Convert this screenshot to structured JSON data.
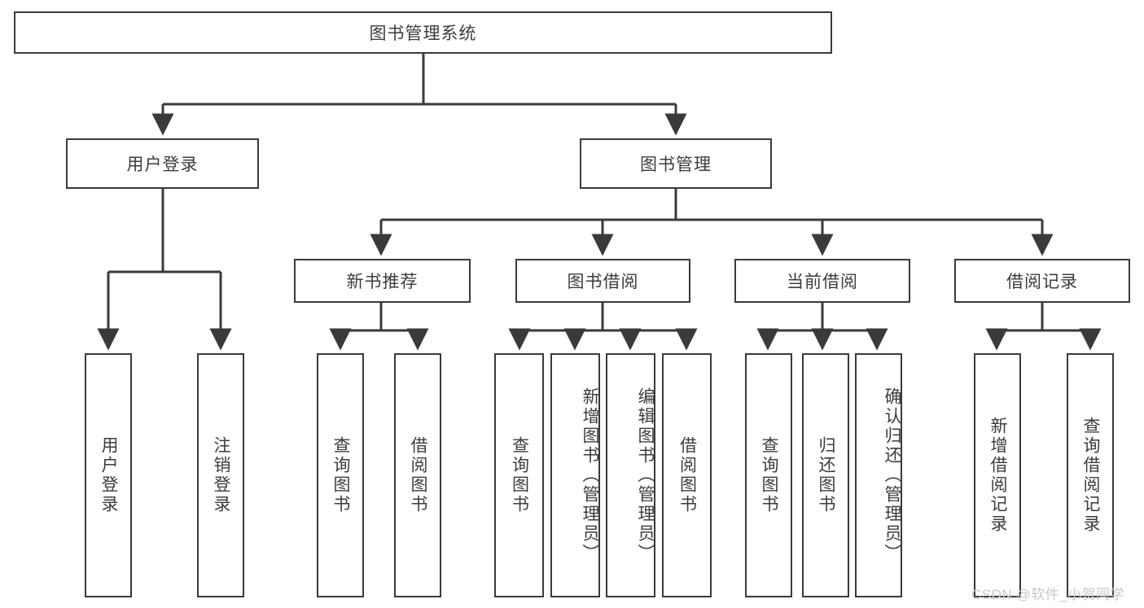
{
  "diagram": {
    "title": "图书管理系统",
    "type": "hierarchy-tree",
    "root": {
      "label": "图书管理系统"
    },
    "level2": [
      {
        "label": "用户登录"
      },
      {
        "label": "图书管理"
      }
    ],
    "level3": [
      {
        "label": "新书推荐"
      },
      {
        "label": "图书借阅"
      },
      {
        "label": "当前借阅"
      },
      {
        "label": "借阅记录"
      }
    ],
    "leaves": {
      "user_login": [
        {
          "label": "用户登录"
        },
        {
          "label": "注销登录"
        }
      ],
      "new_book": [
        {
          "label": "查询图书"
        },
        {
          "label": "借阅图书"
        }
      ],
      "book_borrow": [
        {
          "label": "查询图书"
        },
        {
          "label": "新增图书（管理员）"
        },
        {
          "label": "编辑图书（管理员）"
        },
        {
          "label": "借阅图书"
        }
      ],
      "current_borrow": [
        {
          "label": "查询图书"
        },
        {
          "label": "归还图书"
        },
        {
          "label": "确认归还（管理员）"
        }
      ],
      "borrow_record": [
        {
          "label": "新增借阅记录"
        },
        {
          "label": "查询借阅记录"
        }
      ]
    }
  },
  "watermark": {
    "text": "CSDN @软件_小贺同学"
  },
  "colors": {
    "border": "#3a3a3a",
    "text": "#3c3c3c",
    "background": "#ffffff",
    "watermark": "#c9c9c9"
  }
}
